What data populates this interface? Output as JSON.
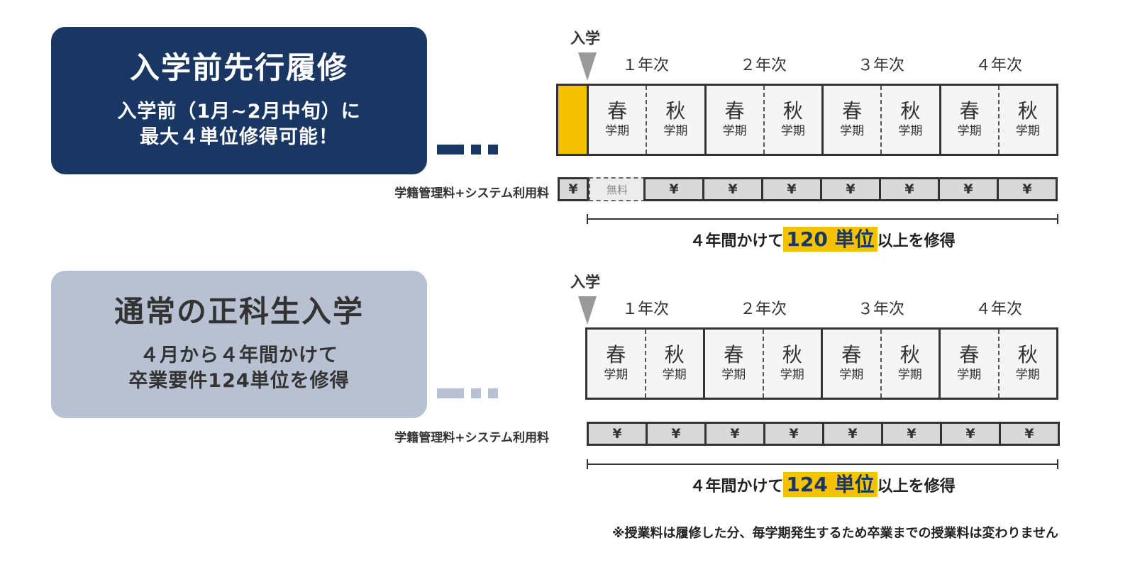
{
  "colors": {
    "navy": "#1a3764",
    "light_navy": "#b8c1d2",
    "yellow": "#f5c200"
  },
  "pre_enrollment": {
    "card": {
      "title": "入学前先行履修",
      "desc_line1": "入学前（1月~2月中旬）に",
      "desc_line2": "最大４単位修得可能！"
    },
    "entry_label": "入学",
    "years": [
      "１年次",
      "２年次",
      "３年次",
      "４年次"
    ],
    "semesters": [
      {
        "season": "春",
        "label": "学期"
      },
      {
        "season": "秋",
        "label": "学期"
      },
      {
        "season": "春",
        "label": "学期"
      },
      {
        "season": "秋",
        "label": "学期"
      },
      {
        "season": "春",
        "label": "学期"
      },
      {
        "season": "秋",
        "label": "学期"
      },
      {
        "season": "春",
        "label": "学期"
      },
      {
        "season": "秋",
        "label": "学期"
      }
    ],
    "fee_label": "学籍管理料+システム利用料",
    "pre_fee": "¥",
    "free_label": "無料",
    "fees": [
      "¥",
      "¥",
      "¥",
      "¥",
      "¥",
      "¥",
      "¥"
    ],
    "summary": {
      "prefix": "４年間かけて",
      "highlight": "120 単位",
      "suffix": "以上を修得"
    }
  },
  "regular": {
    "card": {
      "title": "通常の正科生入学",
      "desc_line1": "４月から４年間かけて",
      "desc_line2": "卒業要件124単位を修得"
    },
    "entry_label": "入学",
    "years": [
      "１年次",
      "２年次",
      "３年次",
      "４年次"
    ],
    "semesters": [
      {
        "season": "春",
        "label": "学期"
      },
      {
        "season": "秋",
        "label": "学期"
      },
      {
        "season": "春",
        "label": "学期"
      },
      {
        "season": "秋",
        "label": "学期"
      },
      {
        "season": "春",
        "label": "学期"
      },
      {
        "season": "秋",
        "label": "学期"
      },
      {
        "season": "春",
        "label": "学期"
      },
      {
        "season": "秋",
        "label": "学期"
      }
    ],
    "fee_label": "学籍管理料+システム利用料",
    "fees": [
      "¥",
      "¥",
      "¥",
      "¥",
      "¥",
      "¥",
      "¥",
      "¥"
    ],
    "summary": {
      "prefix": "４年間かけて",
      "highlight": "124 単位",
      "suffix": "以上を修得"
    }
  },
  "footnote": "※授業料は履修した分、毎学期発生するため卒業までの授業料は変わりません"
}
